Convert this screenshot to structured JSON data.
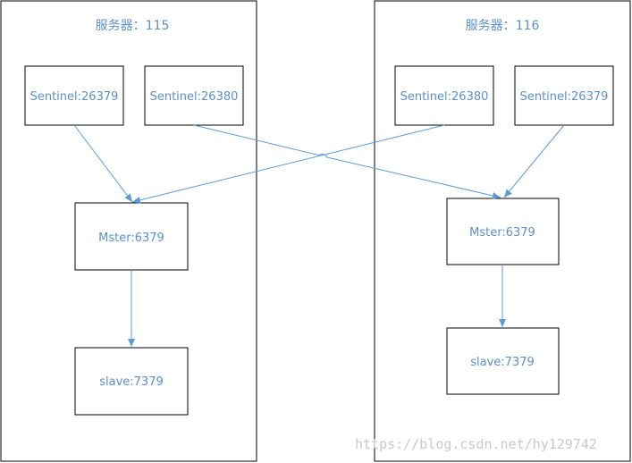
{
  "colors": {
    "text": "#5b8fc9",
    "arrow": "#5b9bd5",
    "border": "#000000",
    "watermark": "#c9c9c9"
  },
  "groups": [
    {
      "id": "server-115",
      "title": "服务器：115",
      "nodes": [
        {
          "id": "s115-sentinel-26379",
          "label": "Sentinel:26379"
        },
        {
          "id": "s115-sentinel-26380",
          "label": "Sentinel:26380"
        },
        {
          "id": "s115-master",
          "label": "Mster:6379"
        },
        {
          "id": "s115-slave",
          "label": "slave:7379"
        }
      ]
    },
    {
      "id": "server-116",
      "title": "服务器：116",
      "nodes": [
        {
          "id": "s116-sentinel-26380",
          "label": "Sentinel:26380"
        },
        {
          "id": "s116-sentinel-26379",
          "label": "Sentinel:26379"
        },
        {
          "id": "s116-master",
          "label": "Mster:6379"
        },
        {
          "id": "s116-slave",
          "label": "slave:7379"
        }
      ]
    }
  ],
  "edges": [
    {
      "from": "s115-sentinel-26379",
      "to": "s115-master"
    },
    {
      "from": "s115-sentinel-26380",
      "to": "s116-master"
    },
    {
      "from": "s116-sentinel-26380",
      "to": "s115-master"
    },
    {
      "from": "s116-sentinel-26379",
      "to": "s116-master"
    },
    {
      "from": "s115-master",
      "to": "s115-slave"
    },
    {
      "from": "s116-master",
      "to": "s116-slave"
    }
  ],
  "watermark": "https://blog.csdn.net/hy129742"
}
